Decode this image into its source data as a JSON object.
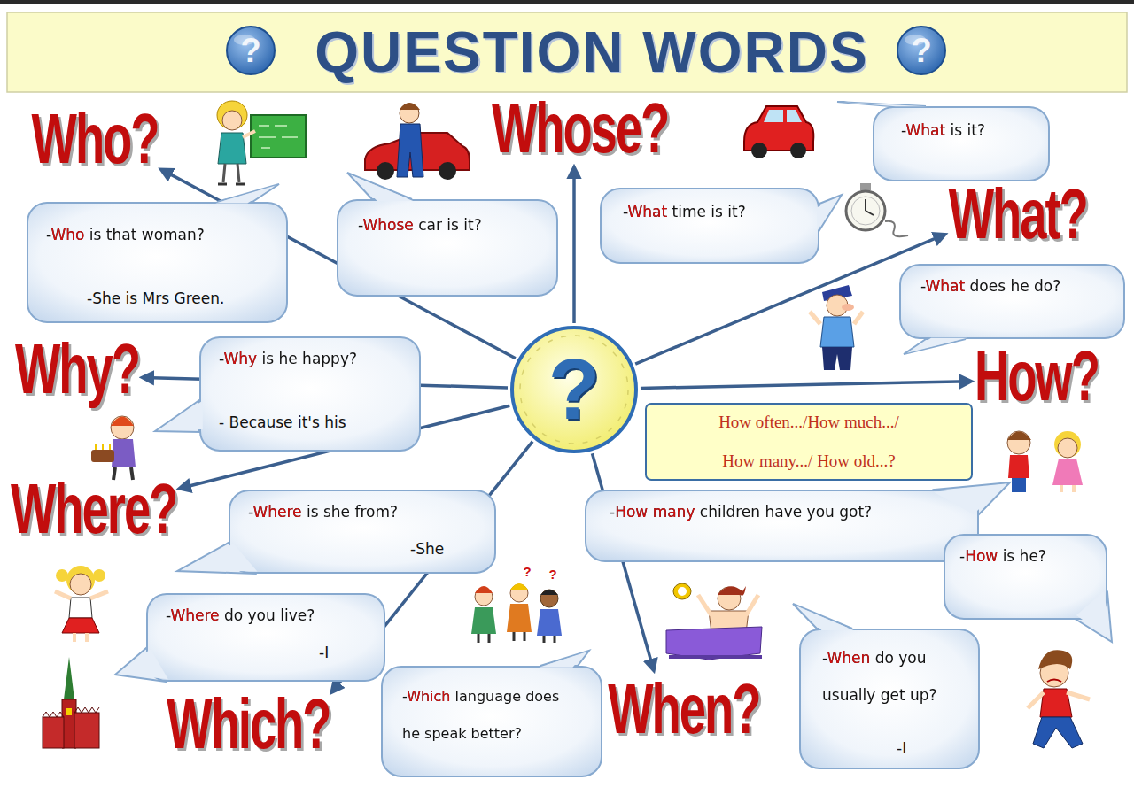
{
  "diagram": {
    "title": "QUESTION WORDS",
    "nodes": [
      {
        "text": [
          "Who?"
        ]
      },
      {
        "text": [
          "Whose?"
        ]
      },
      {
        "text": [
          "-What is it?"
        ]
      },
      {
        "text": [
          "-Who is that woman?",
          "-She is Mrs Green."
        ]
      },
      {
        "text": [
          "-Whose car is it?"
        ]
      },
      {
        "text": [
          "-What time is it?"
        ]
      },
      {
        "text": [
          "What?"
        ]
      },
      {
        "text": [
          "-What does he do?"
        ]
      },
      {
        "text": [
          "Why?"
        ]
      },
      {
        "text": [
          "-Why is he happy?",
          "- Because it's his"
        ]
      },
      {
        "text": [
          "?"
        ]
      },
      {
        "text": [
          "How?"
        ]
      },
      {
        "text": [
          "How often.../How much.../ How many.../ How old...?"
        ]
      },
      {
        "text": [
          "Where?"
        ]
      },
      {
        "text": [
          "-Where is she from?",
          "-She"
        ]
      },
      {
        "text": [
          "-How many children have you got?"
        ]
      },
      {
        "text": [
          "-How is he?"
        ]
      },
      {
        "text": [
          "-Where do you live?",
          "-I"
        ]
      },
      {
        "text": [
          "-Which language does he speak better?"
        ]
      },
      {
        "text": [
          "Which?"
        ]
      },
      {
        "text": [
          "When?"
        ]
      },
      {
        "text": [
          "-When do you usually get up?",
          "-I"
        ]
      }
    ],
    "edges": [
      {
        "from": 10,
        "to": 0,
        "arrow": "to"
      },
      {
        "from": 10,
        "to": 1,
        "arrow": "to"
      },
      {
        "from": 10,
        "to": 6,
        "arrow": "to"
      },
      {
        "from": 10,
        "to": 11,
        "arrow": "to"
      },
      {
        "from": 10,
        "to": 20,
        "arrow": "to"
      },
      {
        "from": 10,
        "to": 19,
        "arrow": "to"
      },
      {
        "from": 10,
        "to": 13,
        "arrow": "to"
      },
      {
        "from": 10,
        "to": 8,
        "arrow": "to"
      }
    ],
    "labels": [
      "?",
      "?",
      "?",
      "?"
    ]
  }
}
